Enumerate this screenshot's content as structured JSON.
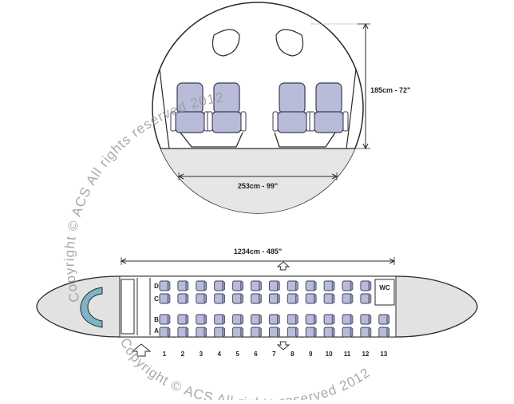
{
  "watermark": "Copyright © ACS All rights reserved 2012",
  "cross_section": {
    "height_label": "185cm - 72\"",
    "width_label": "253cm - 99\""
  },
  "cabin": {
    "length_label": "1234cm - 485\"",
    "seat_letters": [
      "D",
      "C",
      "B",
      "A"
    ],
    "row_numbers": [
      "1",
      "2",
      "3",
      "4",
      "5",
      "6",
      "7",
      "8",
      "9",
      "10",
      "11",
      "12",
      "13"
    ],
    "wc_label": "WC"
  },
  "colors": {
    "seat_fill": "#b9bcd9",
    "seat_stroke": "#3a3a55",
    "fuselage_fill": "#e2e2e2",
    "line": "#2a2a2a"
  }
}
